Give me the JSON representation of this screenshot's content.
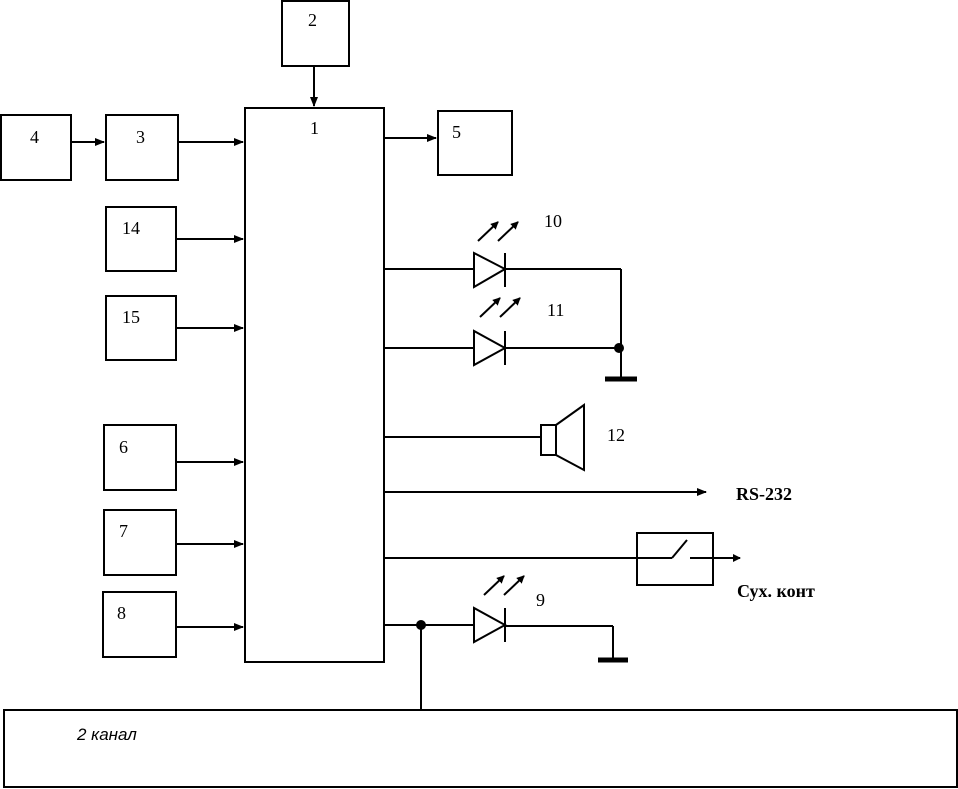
{
  "blocks": {
    "b1": "1",
    "b2": "2",
    "b3": "3",
    "b4": "4",
    "b5": "5",
    "b6": "6",
    "b7": "7",
    "b8": "8",
    "b14": "14",
    "b15": "15"
  },
  "indicators": {
    "led9": "9",
    "led10": "10",
    "led11": "11",
    "speaker12": "12"
  },
  "outputs": {
    "rs232": "RS-232",
    "dry_contact": "Сух. конт"
  },
  "channel2": {
    "label": "2 канал"
  }
}
